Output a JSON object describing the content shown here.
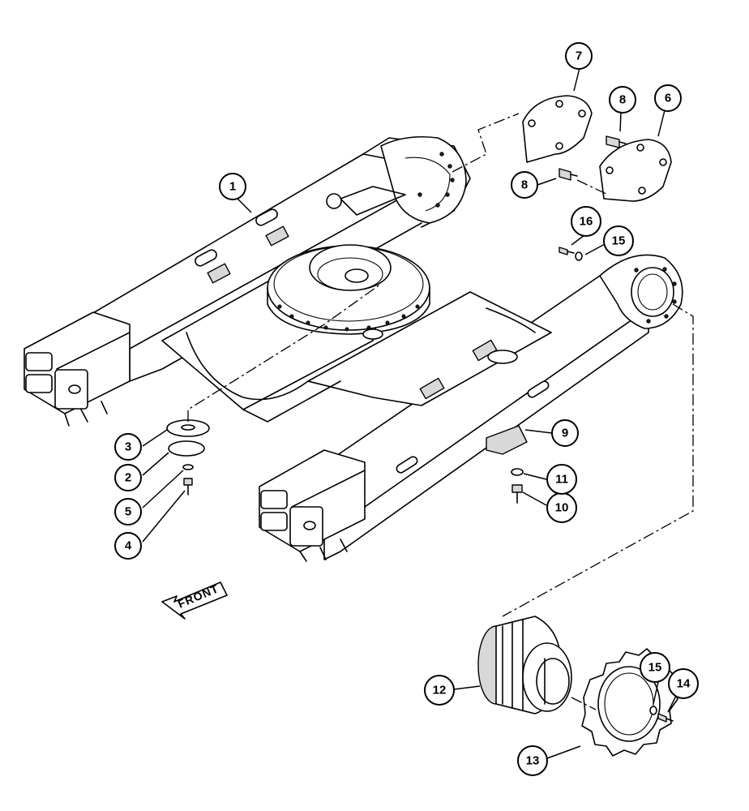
{
  "callouts": [
    {
      "id": "c1",
      "label": "1"
    },
    {
      "id": "c2",
      "label": "2"
    },
    {
      "id": "c3",
      "label": "3"
    },
    {
      "id": "c4",
      "label": "4"
    },
    {
      "id": "c5",
      "label": "5"
    },
    {
      "id": "c6",
      "label": "6"
    },
    {
      "id": "c7",
      "label": "7"
    },
    {
      "id": "c8a",
      "label": "8"
    },
    {
      "id": "c8b",
      "label": "8"
    },
    {
      "id": "c9",
      "label": "9"
    },
    {
      "id": "c10",
      "label": "10"
    },
    {
      "id": "c11",
      "label": "11"
    },
    {
      "id": "c12",
      "label": "12"
    },
    {
      "id": "c13",
      "label": "13"
    },
    {
      "id": "c14",
      "label": "14"
    },
    {
      "id": "c15a",
      "label": "15"
    },
    {
      "id": "c15b",
      "label": "15"
    },
    {
      "id": "c16",
      "label": "16"
    }
  ],
  "front_arrow": {
    "label": "FRONT"
  },
  "colors": {
    "line": "#000000",
    "background": "#ffffff",
    "shade": "#d8d8d8"
  }
}
